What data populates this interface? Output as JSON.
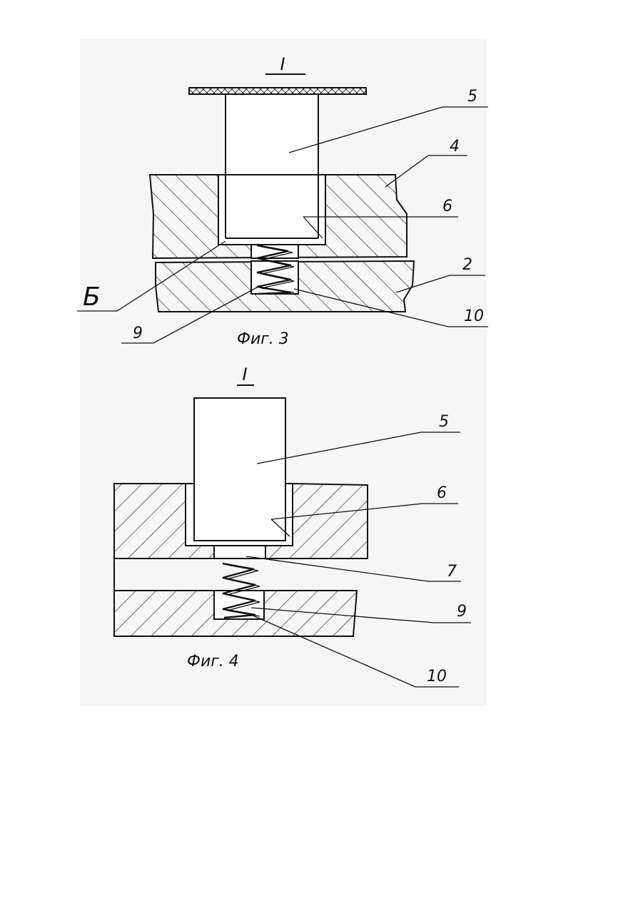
{
  "figures": [
    {
      "view_label": "I",
      "caption": "Фиг. 3",
      "callouts": {
        "c5": "5",
        "c4": "4",
        "c6": "6",
        "c2": "2",
        "cB": "Б",
        "c10": "10",
        "c9": "9"
      }
    },
    {
      "view_label": "I",
      "caption": "Фиг. 4",
      "callouts": {
        "c5": "5",
        "c6": "6",
        "c7": "7",
        "c9": "9",
        "c10": "10"
      }
    }
  ]
}
